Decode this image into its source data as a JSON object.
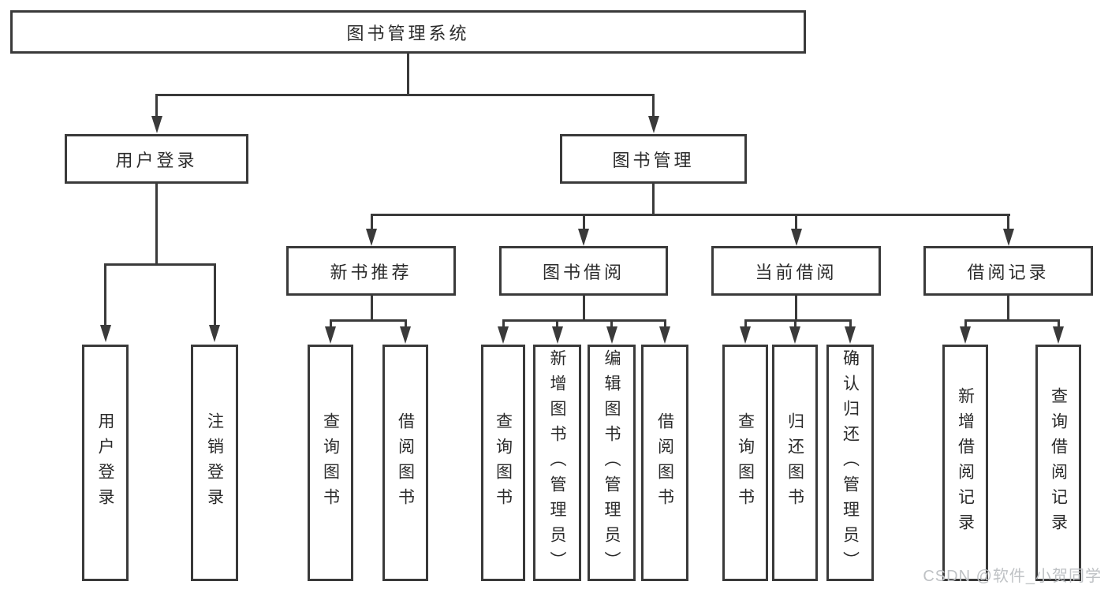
{
  "diagram": {
    "root": {
      "label": "图书管理系统"
    },
    "branches": [
      {
        "label": "用户登录",
        "children": [
          {
            "label": "用户登录"
          },
          {
            "label": "注销登录"
          }
        ]
      },
      {
        "label": "图书管理",
        "children": [
          {
            "label": "新书推荐",
            "children": [
              {
                "label": "查询图书"
              },
              {
                "label": "借阅图书"
              }
            ]
          },
          {
            "label": "图书借阅",
            "children": [
              {
                "label": "查询图书"
              },
              {
                "label": "新增图书（管理员）"
              },
              {
                "label": "编辑图书（管理员）"
              },
              {
                "label": "借阅图书"
              }
            ]
          },
          {
            "label": "当前借阅",
            "children": [
              {
                "label": "查询图书"
              },
              {
                "label": "归还图书"
              },
              {
                "label": "确认归还（管理员）"
              }
            ]
          },
          {
            "label": "借阅记录",
            "children": [
              {
                "label": "新增借阅记录"
              },
              {
                "label": "查询借阅记录"
              }
            ]
          }
        ]
      }
    ]
  },
  "watermark": {
    "text": "CSDN @软件_小贺同学"
  },
  "colors": {
    "line": "#3a3a3a",
    "box_border": "#3a3a3a",
    "text": "#2b2b2b",
    "background": "#ffffff",
    "watermark": "#bfc2c5"
  }
}
